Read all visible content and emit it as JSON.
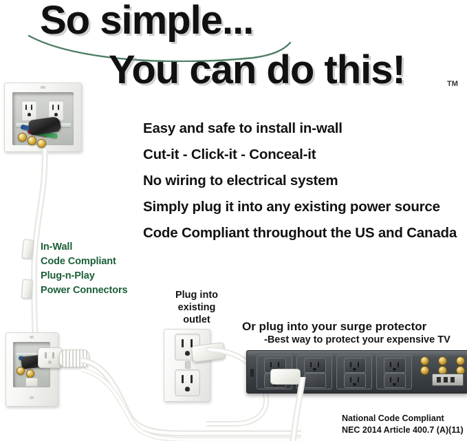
{
  "headline": {
    "line1": "So simple...",
    "line2": "You can do this!",
    "trademark": "TM",
    "swoosh_color": "#4d7d63",
    "text_color": "#111111"
  },
  "bullets": [
    "Easy and safe to install in-wall",
    "Cut-it -   Click-it -  Conceal-it",
    "No wiring to electrical system",
    "Simply plug it into any existing power source",
    "Code Compliant throughout the US and Canada"
  ],
  "green_features": {
    "color": "#1b5e36",
    "items": [
      "In-Wall",
      "Code Compliant",
      "Plug-n-Play",
      "Power Connectors"
    ]
  },
  "captions": {
    "outlet": "Plug into\nexisting\noutlet",
    "outlet_line1": "Plug into",
    "outlet_line2": "existing",
    "outlet_line3": "outlet",
    "surge_line1": "Or plug into your surge protector",
    "surge_line2": "-Best way to protect your expensive TV",
    "nec_line1": "National Code Compliant",
    "nec_line2": "NEC 2014 Article 400.7 (A)(11)"
  },
  "photos": {
    "top_left_plate": "recessed-dual-outlet-wall-plate-with-component-cables",
    "bottom_left_plate": "single-gang-recessed-wall-plate-with-power-plug",
    "wall_outlet": "duplex-wall-outlet-with-plug",
    "surge_protector": "rack-mount-surge-protector-8-outlet"
  }
}
